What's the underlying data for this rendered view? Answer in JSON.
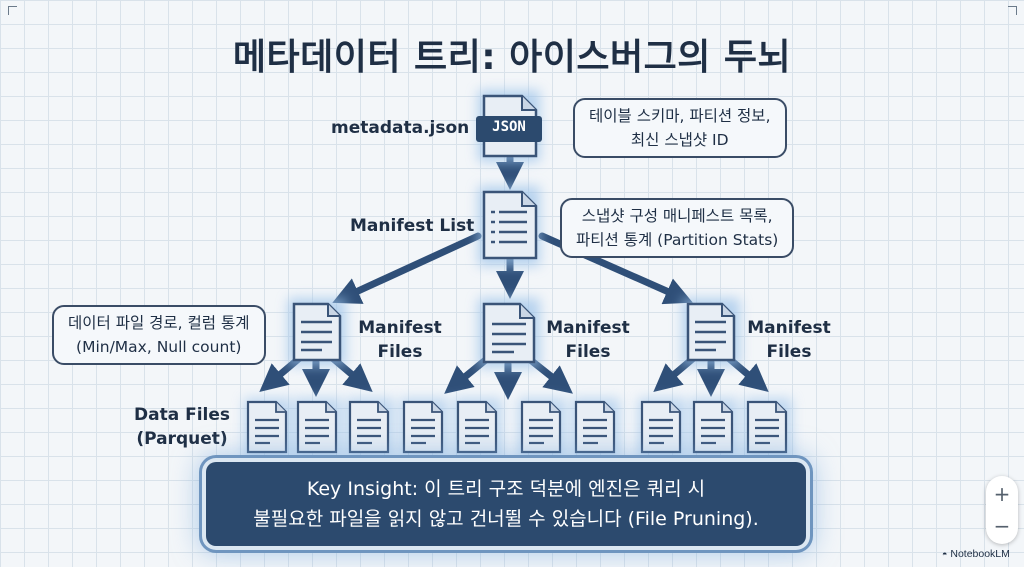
{
  "title": "메타데이터 트리: 아이스버그의 두뇌",
  "nodes": {
    "metadata_json": {
      "label": "metadata.json",
      "badge": "JSON"
    },
    "manifest_list": {
      "label": "Manifest List"
    },
    "manifest_files": {
      "label_line1": "Manifest",
      "label_line2": "Files"
    },
    "data_files": {
      "label_line1": "Data Files",
      "label_line2": "(Parquet)"
    }
  },
  "callouts": {
    "metadata": {
      "line1": "테이블 스키마, 파티션 정보,",
      "line2": "최신 스냅샷 ID"
    },
    "manifest_list": {
      "line1": "스냅샷 구성 매니페스트 목록,",
      "line2": "파티션 통계 (Partition Stats)"
    },
    "manifest_files": {
      "line1": "데이터 파일 경로, 컬럼 통계",
      "line2": "(Min/Max, Null count)"
    }
  },
  "insight": {
    "line1": "Key Insight: 이 트리 구조 덕분에 엔진은 쿼리 시",
    "line2": "불필요한 파일을 읽지 않고 건너뛸 수 있습니다 (File Pruning)."
  },
  "controls": {
    "zoom_in": "+",
    "zoom_out": "−"
  },
  "brand": "NotebookLM",
  "colors": {
    "arrow": "#2f4f78",
    "doc_fill": "#e8eef5",
    "doc_stroke": "#3a5478",
    "insight_bg": "#2c4a6e"
  }
}
